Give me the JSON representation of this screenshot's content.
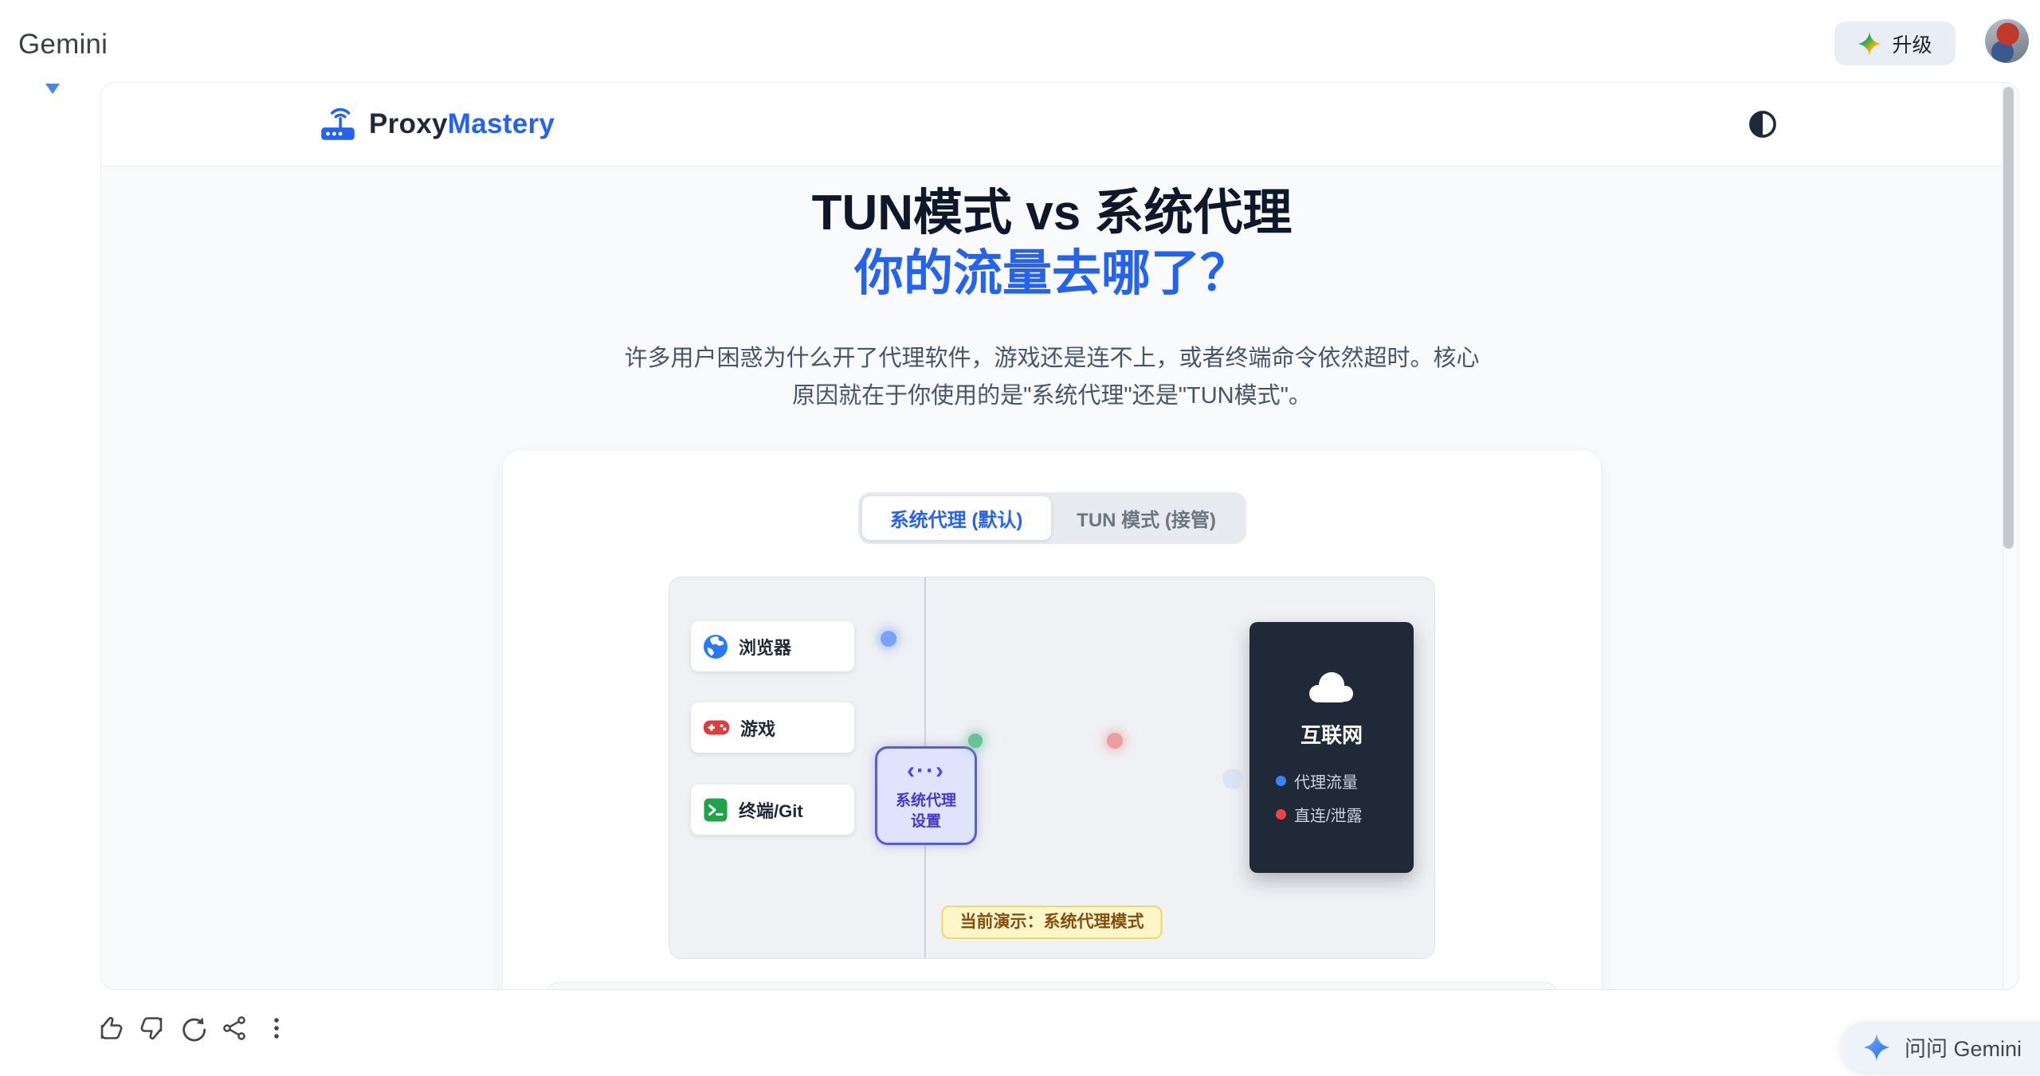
{
  "app": {
    "brand": "Gemini",
    "upgrade_label": "升级",
    "ask_gemini_label": "问问 Gemini"
  },
  "canvas": {
    "site_header": {
      "brand_primary": "Proxy",
      "brand_secondary": "Mastery"
    },
    "hero": {
      "title_line1": "TUN模式 vs 系统代理",
      "title_line2": "你的流量去哪了？",
      "subtitle": "许多用户困惑为什么开了代理软件，游戏还是连不上，或者终端命令依然超时。核心原因就在于你使用的是\"系统代理\"还是\"TUN模式\"。"
    },
    "demo": {
      "tabs": [
        {
          "label": "系统代理 (默认)",
          "active": true
        },
        {
          "label": "TUN 模式 (接管)",
          "active": false
        }
      ],
      "apps": [
        {
          "label": "浏览器",
          "icon": "globe-icon"
        },
        {
          "label": "游戏",
          "icon": "gamepad-icon"
        },
        {
          "label": "终端/Git",
          "icon": "terminal-icon"
        }
      ],
      "proxy_node": {
        "icon_glyph": "‹··›",
        "label_line1": "系统代理",
        "label_line2": "设置"
      },
      "internet": {
        "label": "互联网",
        "legend": [
          {
            "label": "代理流量",
            "color": "#3b82f6"
          },
          {
            "label": "直连/泄露",
            "color": "#ef4444"
          }
        ]
      },
      "status_badge": "当前演示：系统代理模式"
    },
    "colors": {
      "accent_blue": "#2563eb",
      "indigo_node": "#5b5bd6",
      "dark_panel": "#1f2937",
      "badge_bg": "#fdf6c9",
      "badge_text": "#854d0e",
      "dot_proxy": "#7aa2f7",
      "dot_direct": "#ec9e9e",
      "dot_ok": "#68c298"
    }
  },
  "footer": {
    "actions": [
      "thumbs-up",
      "thumbs-down",
      "refresh",
      "share",
      "more"
    ]
  }
}
